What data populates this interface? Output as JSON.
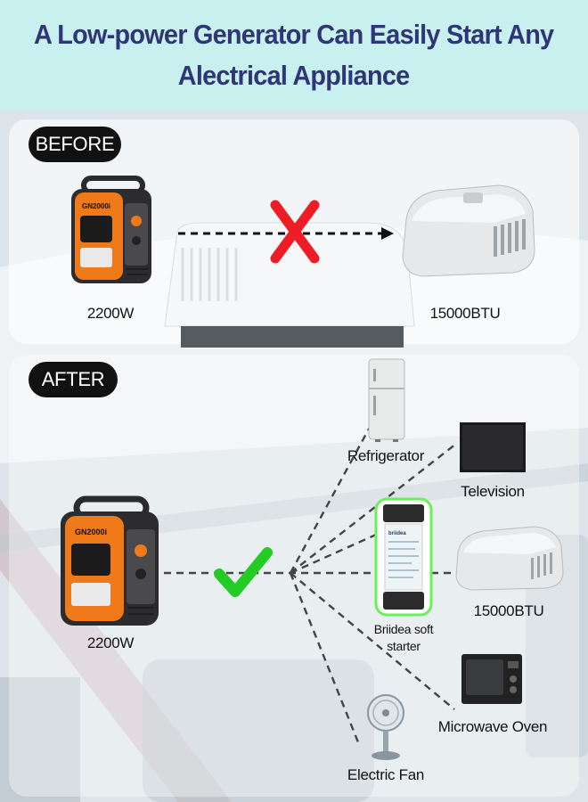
{
  "header": {
    "title_line1": "A Low-power Generator Can Easily Start Any",
    "title_line2": "Alectrical Appliance"
  },
  "before": {
    "tag": "BEFORE",
    "generator_label": "2200W",
    "ac_label": "15000BTU",
    "generator_brand": "GN2000i"
  },
  "after": {
    "tag": "AFTER",
    "generator_label": "2200W",
    "generator_brand": "GN2000i",
    "starter_brand": "briidea",
    "starter_label_line1": "Briidea soft",
    "starter_label_line2": "starter",
    "appliances": {
      "refrigerator": "Refrigerator",
      "television": "Television",
      "ac": "15000BTU",
      "microwave": "Microwave Oven",
      "fan": "Electric Fan"
    }
  },
  "colors": {
    "header_bg": "#c8f0ee",
    "title": "#2f3576",
    "fail": "#ee1c25",
    "success": "#22cc22",
    "generator_orange": "#f07a1a",
    "starter_outline": "#6cf05a"
  }
}
